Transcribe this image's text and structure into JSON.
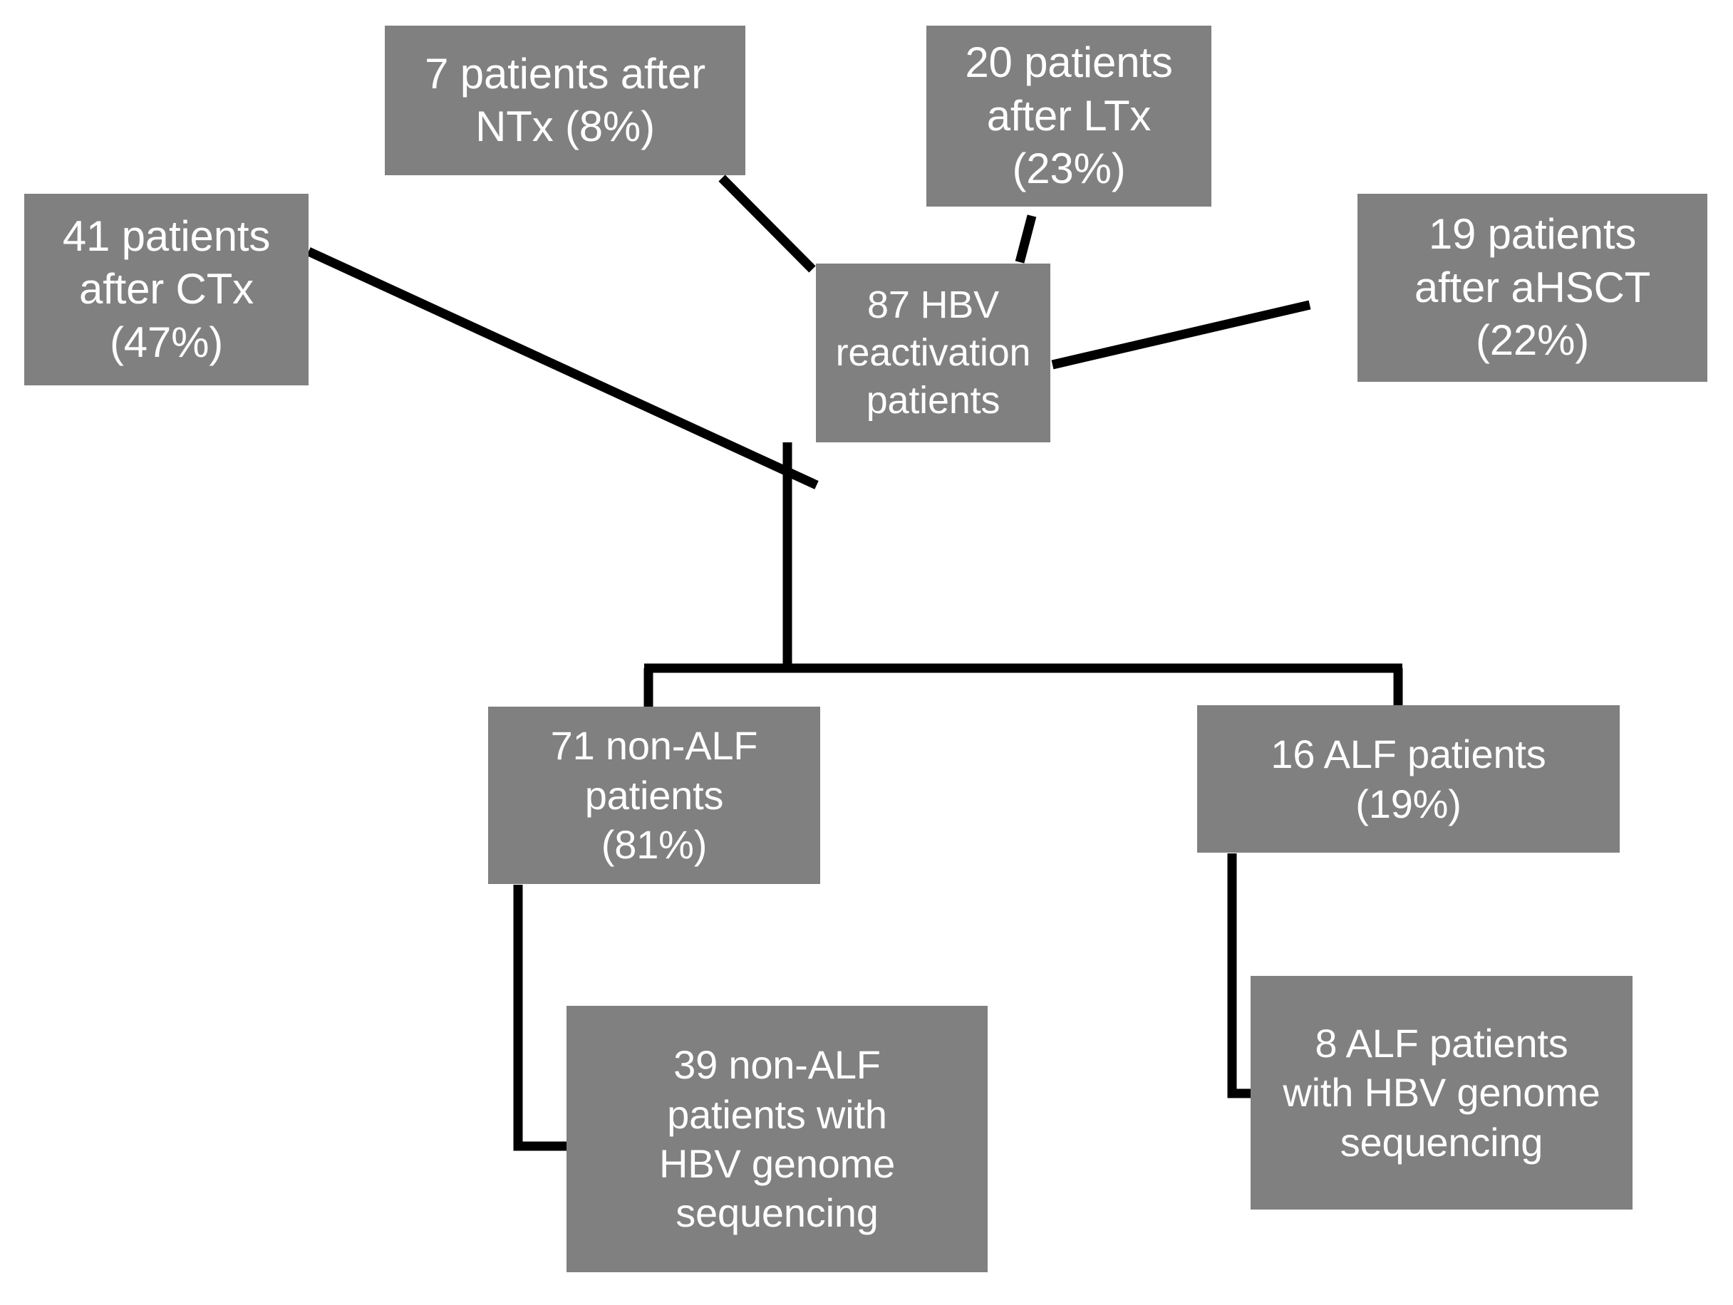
{
  "diagram": {
    "title": "HBV reactivation patient cohort flow diagram",
    "box_fill_color": "#808080",
    "box_text_color": "#FFFFFF",
    "edge_color": "#000000",
    "background_color": "#FFFFFF",
    "nodes": {
      "root": {
        "id": "root",
        "label": "87 HBV\nreactivation\npatients",
        "count": 87,
        "percent": null
      },
      "ctx": {
        "id": "ctx",
        "label": "41 patients\nafter CTx\n(47%)",
        "count": 41,
        "percent": 47
      },
      "ntx": {
        "id": "ntx",
        "label": "7 patients after\nNTx (8%)",
        "count": 7,
        "percent": 8
      },
      "ltx": {
        "id": "ltx",
        "label": "20 patients\nafter LTx\n(23%)",
        "count": 20,
        "percent": 23
      },
      "ahsct": {
        "id": "ahsct",
        "label": "19 patients\nafter aHSCT\n(22%)",
        "count": 19,
        "percent": 22
      },
      "nonalf": {
        "id": "nonalf",
        "label": "71 non-ALF\npatients\n(81%)",
        "count": 71,
        "percent": 81
      },
      "alf": {
        "id": "alf",
        "label": "16 ALF patients\n(19%)",
        "count": 16,
        "percent": 19
      },
      "nonalf_seq": {
        "id": "nonalf_seq",
        "label": "39  non-ALF\npatients with\nHBV genome\nsequencing",
        "count": 39,
        "percent": null
      },
      "alf_seq": {
        "id": "alf_seq",
        "label": "8  ALF patients\nwith HBV genome\nsequencing",
        "count": 8,
        "percent": null
      }
    },
    "edges": [
      {
        "from": "ctx",
        "to": "root",
        "style": "diagonal"
      },
      {
        "from": "ntx",
        "to": "root",
        "style": "diagonal"
      },
      {
        "from": "ltx",
        "to": "root",
        "style": "diagonal"
      },
      {
        "from": "ahsct",
        "to": "root",
        "style": "diagonal"
      },
      {
        "from": "root",
        "to": "nonalf",
        "style": "orthogonal"
      },
      {
        "from": "root",
        "to": "alf",
        "style": "orthogonal"
      },
      {
        "from": "nonalf",
        "to": "nonalf_seq",
        "style": "elbow"
      },
      {
        "from": "alf",
        "to": "alf_seq",
        "style": "elbow"
      }
    ]
  }
}
